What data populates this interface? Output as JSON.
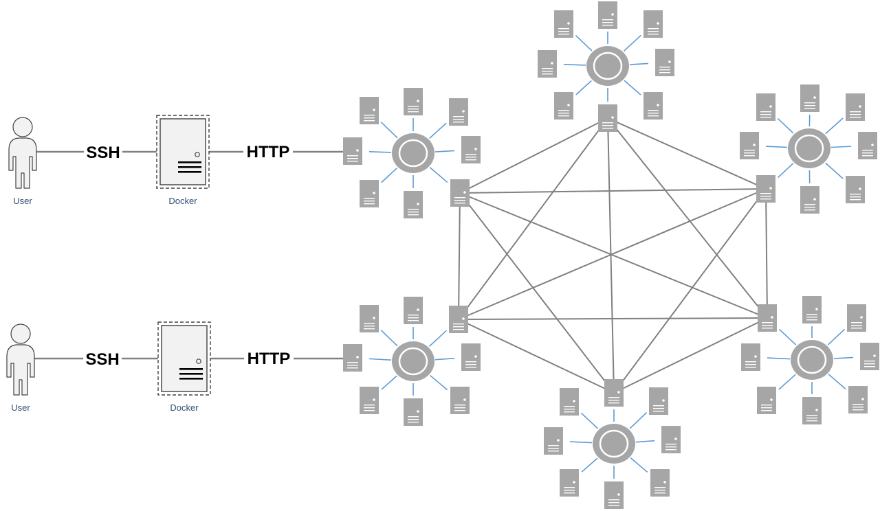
{
  "diagram": {
    "colors": {
      "server": "#a6a6a6",
      "server_line": "#ffffff",
      "hub": "#a6a6a6",
      "hub_inner": "#a6a6a6",
      "hub_ring": "#ffffff",
      "spoke": "#5b9bd5",
      "mesh": "#808080",
      "link": "#808080",
      "user_fill": "#f2f2f2",
      "user_stroke": "#404040",
      "docker_fill": "#f2f2f2",
      "docker_stroke": "#404040",
      "label": "#2f4f6f"
    },
    "clients": [
      {
        "user_label": "User",
        "ssh_label": "SSH",
        "docker_label": "Docker",
        "http_label": "HTTP"
      },
      {
        "user_label": "User",
        "ssh_label": "SSH",
        "docker_label": "Docker",
        "http_label": "HTTP"
      }
    ],
    "clusters": [
      {
        "id": "cluster-left-top",
        "servers": 8
      },
      {
        "id": "cluster-top",
        "servers": 8
      },
      {
        "id": "cluster-right-top",
        "servers": 8
      },
      {
        "id": "cluster-right-bottom",
        "servers": 8
      },
      {
        "id": "cluster-bottom",
        "servers": 8
      },
      {
        "id": "cluster-left-bottom",
        "servers": 8
      }
    ],
    "mesh": {
      "topology": "full-mesh",
      "gateway_count": 6
    }
  }
}
